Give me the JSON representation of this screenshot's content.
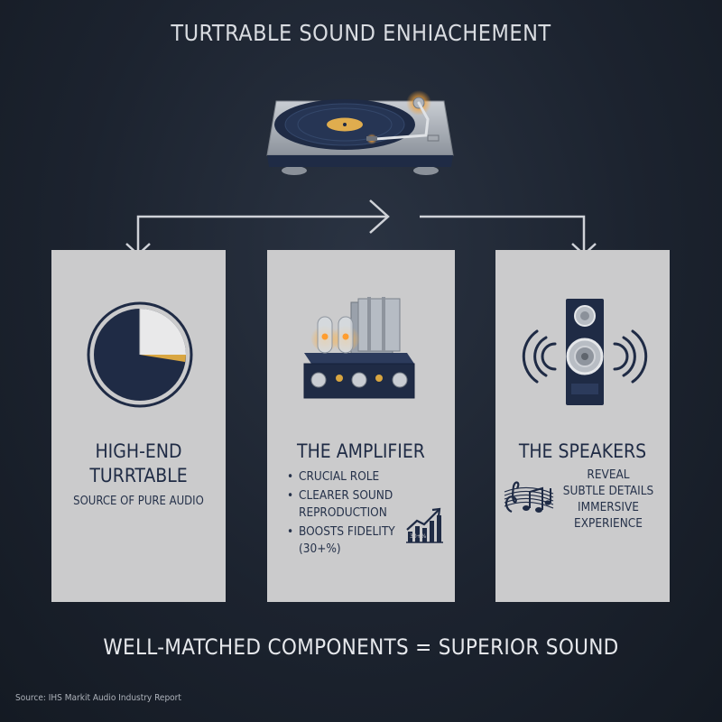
{
  "title": "TURTRABLE SOUND ENHIACHEMENT",
  "icons": {
    "turntable": "turntable-icon",
    "left": "pie-chart-icon",
    "middle": "tube-amplifier-icon",
    "right": "speaker-icon",
    "music": "music-notes-icon",
    "growth": "growth-chart-icon"
  },
  "colors": {
    "background": "#1c232f",
    "panel": "#cbcbcc",
    "navy": "#1f2b45",
    "gold": "#d9a641",
    "connector": "#cfd2d8"
  },
  "panels": {
    "left": {
      "heading_line1": "HIGH-END",
      "heading_line2": "TURRTABLE",
      "subtitle": "SOURCE OF PURE AUDIO"
    },
    "middle": {
      "heading": "THE AMPLIFIER",
      "bullets": [
        "CRUCIAL ROLE",
        "CLEARER SOUND REPRODUCTION",
        "BOOSTS FIDELITY (30+%)"
      ],
      "chart_label": "30+%"
    },
    "right": {
      "heading": "THE SPEAKERS",
      "lines": [
        "REVEAL",
        "SUBTLE DETAILS",
        "IMMERSIVE EXPERIENCE"
      ]
    }
  },
  "footer": "WELL-MATCHED COMPONENTS = SUPERIOR SOUND",
  "source": "Source: IHS Markit Audio Industry Report"
}
